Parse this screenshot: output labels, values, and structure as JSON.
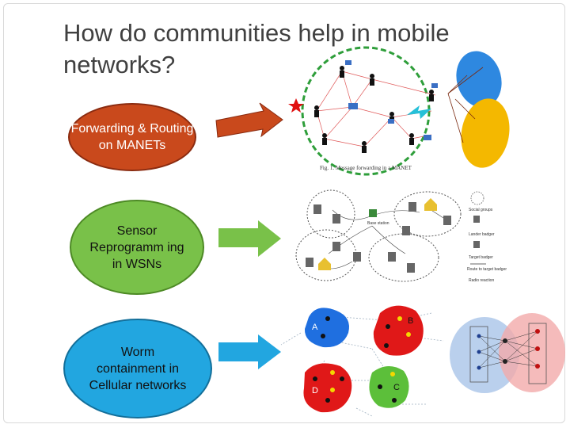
{
  "slide": {
    "title": "How do communities help in mobile networks?"
  },
  "items": [
    {
      "label": "Forwarding & Routing on MANETs",
      "color": "#c9491c",
      "arrow_color": "#c9491c"
    },
    {
      "label": "Sensor Reprogramm ing in WSNs",
      "color": "#79c149",
      "arrow_color": "#79c149"
    },
    {
      "label": "Worm containment in Cellular networks",
      "color": "#22a6e0",
      "arrow_color": "#22a6e0"
    }
  ],
  "figures": {
    "manet": {
      "caption": "Fig. 1.   Message forwarding in a MANET"
    },
    "wsn": {
      "labels": [
        "Base station",
        "Social groups",
        "Lander badger",
        "Target badger",
        "Route to target badger",
        "Radio reaction"
      ]
    },
    "cellular": {
      "community_labels": [
        "A",
        "B",
        "C",
        "D"
      ]
    }
  }
}
